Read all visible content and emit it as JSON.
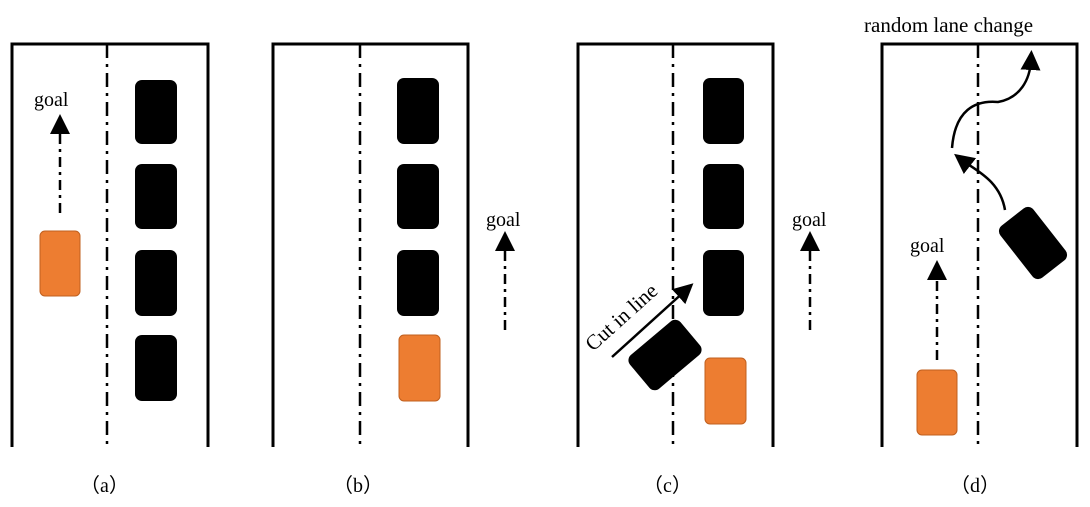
{
  "colors": {
    "ego": "#ED7D31",
    "other": "#000000",
    "road": "#000000"
  },
  "panels": [
    {
      "caption": "（a）",
      "goal": "goal"
    },
    {
      "caption": "（b）",
      "goal": "goal"
    },
    {
      "caption": "（c）",
      "goal": "goal",
      "annotation": "Cut in line"
    },
    {
      "caption": "（d）",
      "goal": "goal",
      "annotation": "random lane change"
    }
  ]
}
